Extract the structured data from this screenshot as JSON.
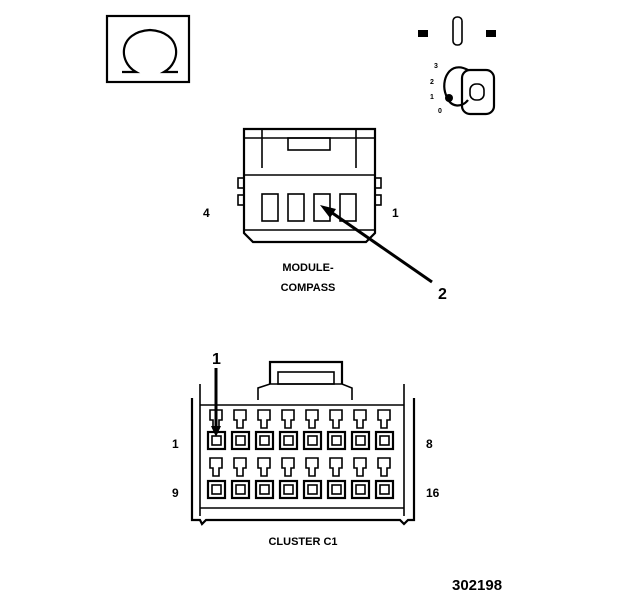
{
  "ignition_key_scale": [
    "3",
    "2",
    "1",
    "0"
  ],
  "compass_connector": {
    "pin_left": "4",
    "pin_right": "1",
    "title_line1": "MODULE-",
    "title_line2": "COMPASS",
    "callout": "2"
  },
  "cluster_connector": {
    "callout": "1",
    "row1_left": "1",
    "row1_right": "8",
    "row2_left": "9",
    "row2_right": "16",
    "title": "CLUSTER C1"
  },
  "figure_number": "302198"
}
